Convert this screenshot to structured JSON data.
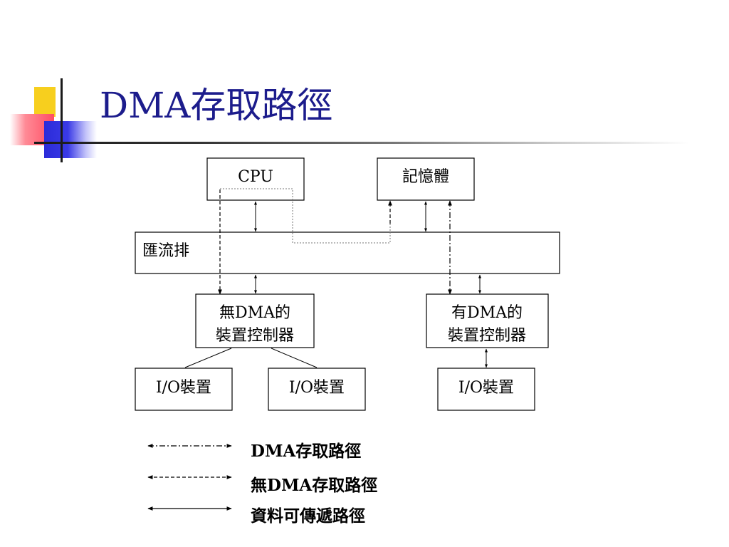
{
  "slide": {
    "title": "DMA存取路徑"
  },
  "diagram": {
    "cpu": "CPU",
    "memory": "記憶體",
    "bus": "匯流排",
    "controller_no_dma": [
      "無DMA的",
      "裝置控制器"
    ],
    "controller_dma": [
      "有DMA的",
      "裝置控制器"
    ],
    "io_device": "I/O裝置"
  },
  "legend": [
    {
      "label": "DMA存取路徑",
      "style": "dash-dot"
    },
    {
      "label": "無DMA存取路徑",
      "style": "dashed"
    },
    {
      "label": "資料可傳遞路徑",
      "style": "solid"
    }
  ],
  "colors": {
    "title": "#1c1c8c",
    "accent_yellow": "#f7cf1e",
    "accent_red": "#ff4d63",
    "accent_blue": "#2b2bd9",
    "line": "#000000",
    "dotted_path": "#777777"
  }
}
